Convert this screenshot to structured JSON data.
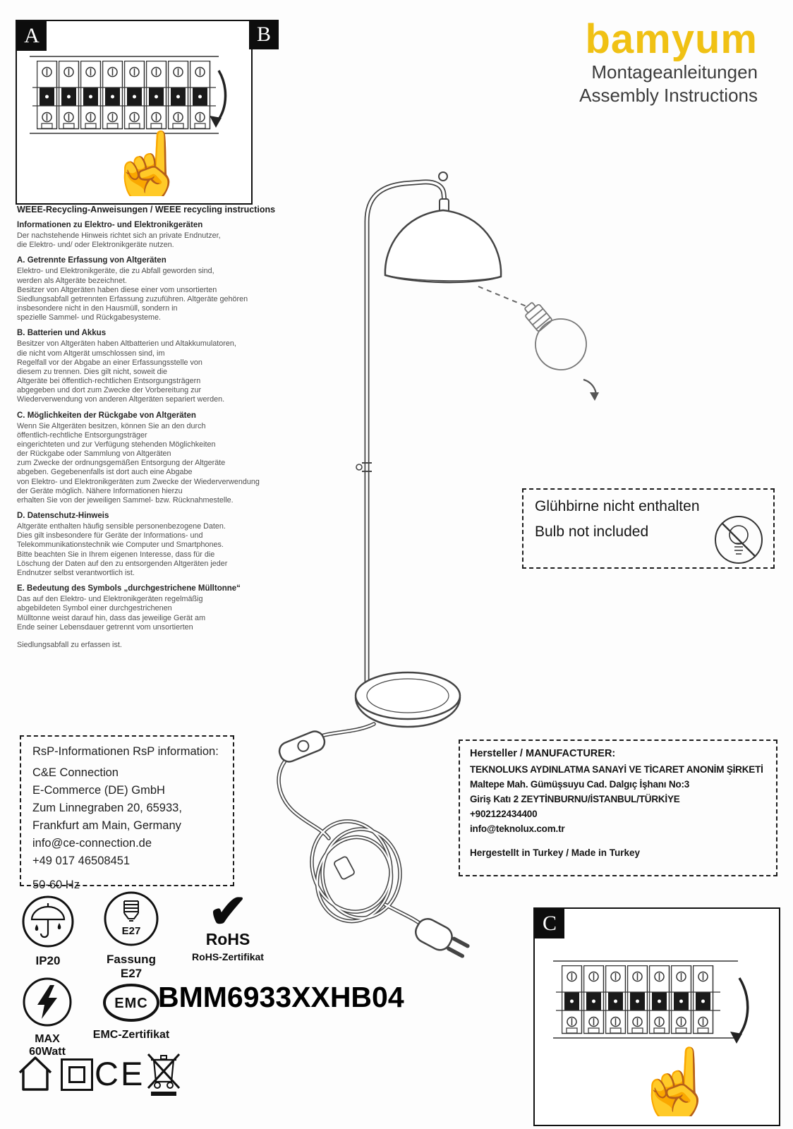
{
  "icons": {
    "check": "✔",
    "hand": "☝"
  },
  "branding": {
    "logo": "bamyum",
    "logo_color": "#F0C114",
    "subtitle_de": "Montageanleitungen",
    "subtitle_en": "Assembly Instructions"
  },
  "sections": {
    "a": "A",
    "b": "B",
    "c": "C"
  },
  "weee": {
    "title": "WEEE-Recycling-Anweisungen / WEEE recycling instructions",
    "blocks": [
      {
        "heading": "Informationen zu Elektro- und Elektronikgeräten",
        "body": "Der nachstehende Hinweis richtet sich an private Endnutzer,\ndie Elektro- und/ oder Elektronikgeräte nutzen."
      },
      {
        "heading": "A. Getrennte Erfassung von Altgeräten",
        "body": "Elektro- und Elektronikgeräte, die zu Abfall geworden sind,\nwerden als Altgeräte bezeichnet.\nBesitzer von Altgeräten haben diese einer vom unsortierten\nSiedlungsabfall getrennten Erfassung zuzuführen. Altgeräte gehören\ninsbesondere nicht in den Hausmüll, sondern in\nspezielle Sammel- und Rückgabesysteme."
      },
      {
        "heading": "B. Batterien und Akkus",
        "body": "Besitzer von Altgeräten haben Altbatterien und Altakkumulatoren,\n die nicht vom Altgerät umschlossen sind, im\nRegelfall vor der Abgabe an einer Erfassungsstelle von\ndiesem zu trennen. Dies gilt nicht, soweit die\nAltgeräte bei öffentlich-rechtlichen Entsorgungsträgern\nabgegeben und dort zum Zwecke der Vorbereitung zur\nWiederverwendung von anderen Altgeräten separiert werden."
      },
      {
        "heading": "C. Möglichkeiten der Rückgabe von Altgeräten",
        "body": "Wenn Sie Altgeräten besitzen, können Sie an den durch\nöffentlich-rechtliche Entsorgungsträger\neingerichteten und zur Verfügung stehenden Möglichkeiten\nder Rückgabe oder Sammlung von Altgeräten\n zum Zwecke der ordnungsgemäßen Entsorgung der Altgeräte\nabgeben. Gegebenenfalls ist dort auch eine Abgabe\n von Elektro- und Elektronikgeräten zum Zwecke der Wiederverwendung\nder Geräte möglich. Nähere Informationen hierzu\nerhalten Sie von der jeweiligen Sammel- bzw. Rücknahmestelle."
      },
      {
        "heading": "D. Datenschutz-Hinweis",
        "body": "Altgeräte enthalten häufig sensible personenbezogene Daten.\nDies gilt insbesondere für Geräte der Informations- und\nTelekommunikationstechnik wie Computer und Smartphones.\n Bitte beachten Sie in Ihrem eigenen Interesse, dass für die\nLöschung der Daten auf den zu entsorgenden Altgeräten jeder\nEndnutzer selbst verantwortlich ist."
      },
      {
        "heading": "E. Bedeutung des Symbols „durchgestrichene Mülltonne“",
        "body": "Das auf den Elektro- und Elektronikgeräten regelmäßig\n abgebildeten Symbol einer durchgestrichenen\nMülltonne weist darauf hin, dass das jeweilige Gerät am\nEnde seiner Lebensdauer getrennt vom unsortierten"
      }
    ],
    "footer": "Siedlungsabfall zu erfassen ist."
  },
  "bulb_notice": {
    "line_de": "Glühbirne nicht enthalten",
    "line_en": "Bulb not included"
  },
  "rsp": {
    "title": "RsP-Informationen RsP information:",
    "lines": [
      "C&E Connection",
      "E-Commerce (DE) GmbH",
      "Zum Linnegraben 20, 65933,",
      "Frankfurt am Main, Germany",
      "info@ce-connection.de",
      "+49 017 46508451",
      "50-60 Hz"
    ]
  },
  "manufacturer": {
    "title": "Hersteller / MANUFACTURER:",
    "lines": [
      "TEKNOLUKS AYDINLATMA SANAYİ VE TİCARET ANONİM ŞİRKETİ",
      "Maltepe Mah. Gümüşsuyu Cad. Dalgıç İşhanı No:3",
      "Giriş Katı 2 ZEYTİNBURNU/İSTANBUL/TÜRKİYE",
      "+902122434400",
      "info@teknolux.com.tr"
    ],
    "made_in": "Hergestellt in Turkey / Made in Turkey"
  },
  "certifications": {
    "ip": "IP20",
    "socket_text": "E27",
    "socket_caption": "Fassung E27",
    "rohs": "RoHS",
    "rohs_caption": "RoHS-Zertifikat",
    "emc": "EMC",
    "emc_caption": "EMC-Zertifikat",
    "max_watt": "MAX 60Watt",
    "model": "BMM6933XXHB04",
    "ce": "CE"
  }
}
